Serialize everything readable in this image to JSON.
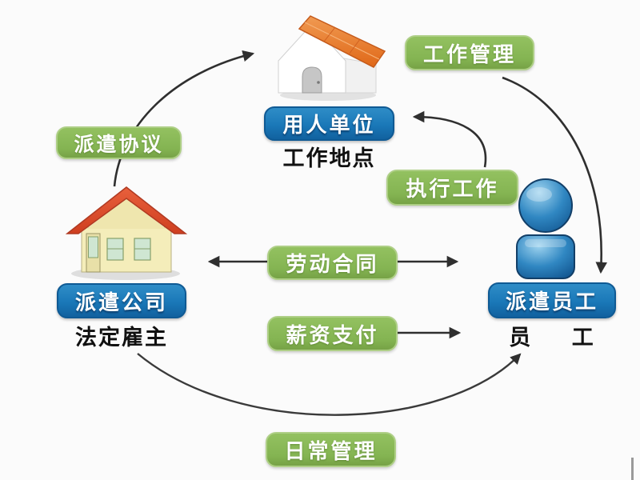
{
  "colors": {
    "green_pill": "#84b452",
    "green_border": "#aecf86",
    "blue_pill": "#1a78b8",
    "blue_border": "#0f5a94",
    "arrow": "#2f2f2f",
    "subtitle": "#111111",
    "bg": "#fbfbfb"
  },
  "nodes": {
    "employing_unit": {
      "label": "用人单位",
      "subtitle": "工作地点"
    },
    "dispatch_company": {
      "label": "派遣公司",
      "subtitle": "法定雇主"
    },
    "dispatched_employee": {
      "label": "派遣员工",
      "subtitle": "员 工"
    }
  },
  "edges": {
    "work_management": {
      "label": "工作管理"
    },
    "execute_work": {
      "label": "执行工作"
    },
    "dispatch_agreement": {
      "label": "派遣协议"
    },
    "labor_contract": {
      "label": "劳动合同"
    },
    "salary_payment": {
      "label": "薪资支付"
    },
    "daily_management": {
      "label": "日常管理"
    }
  },
  "icons": {
    "employing_unit_house": "house-icon",
    "dispatch_company_house": "house-icon",
    "employee_person": "person-icon"
  }
}
